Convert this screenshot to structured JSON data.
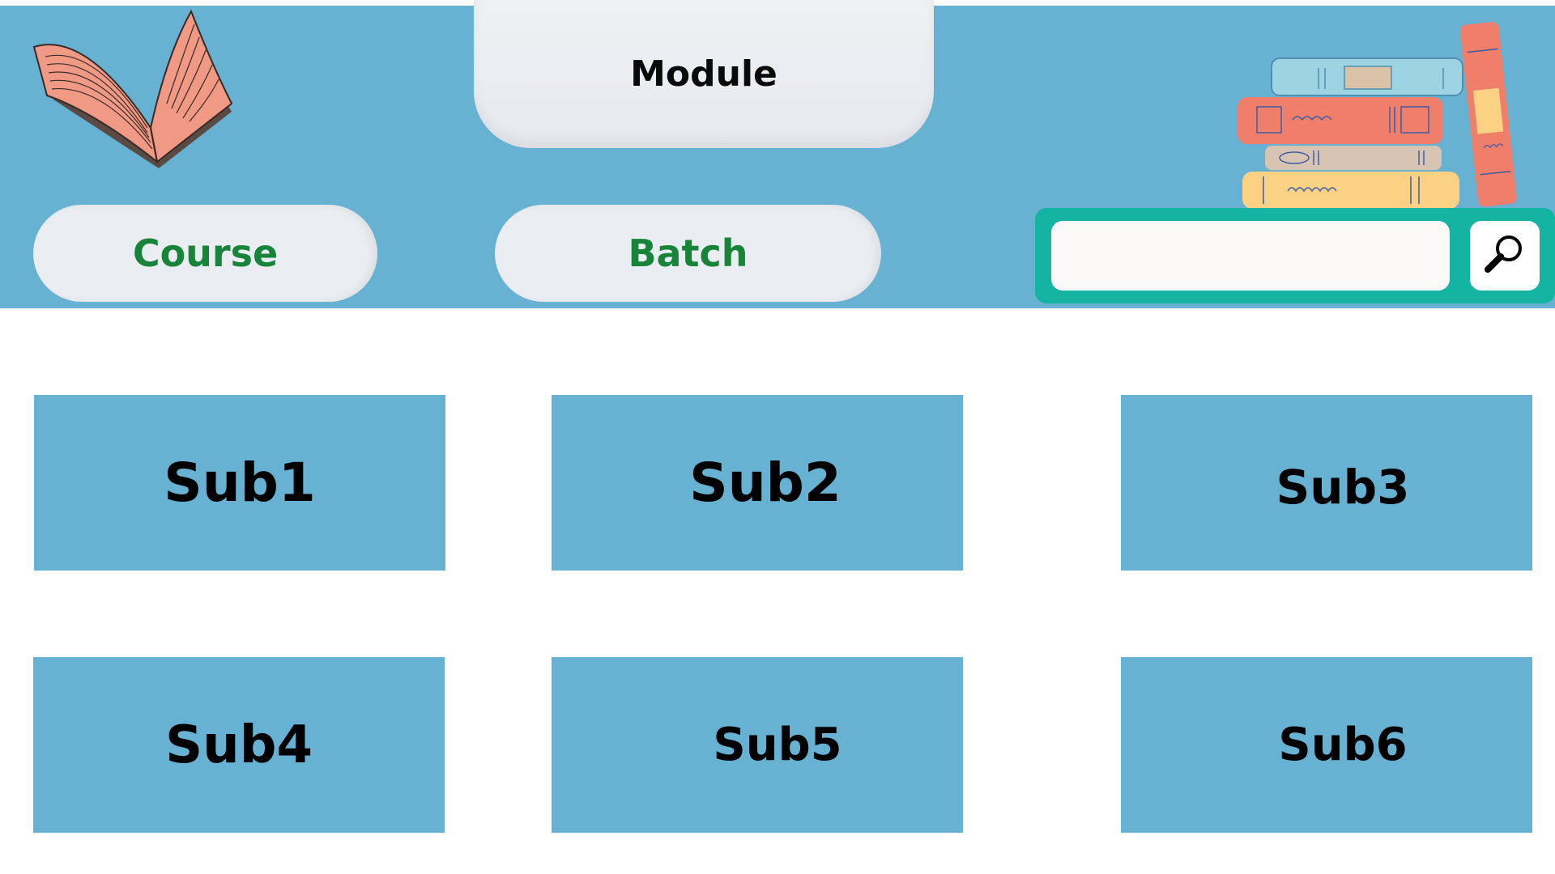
{
  "header": {
    "module_label": "Module",
    "course_label": "Course",
    "batch_label": "Batch"
  },
  "search": {
    "value": "",
    "placeholder": ""
  },
  "subjects": [
    {
      "label": "Sub1"
    },
    {
      "label": "Sub2"
    },
    {
      "label": "Sub3"
    },
    {
      "label": "Sub4"
    },
    {
      "label": "Sub5"
    },
    {
      "label": "Sub6"
    }
  ],
  "icons": {
    "logo": "open-book-icon",
    "decoration": "book-stack-icon",
    "search": "magnifier-icon"
  },
  "colors": {
    "header_bg": "#67b1d2",
    "tile_bg": "#67b1d2",
    "pill_bg": "#eaedf1",
    "pill_text": "#17843a",
    "search_frame": "#15b3a2",
    "page_bg": "#ffffff"
  }
}
